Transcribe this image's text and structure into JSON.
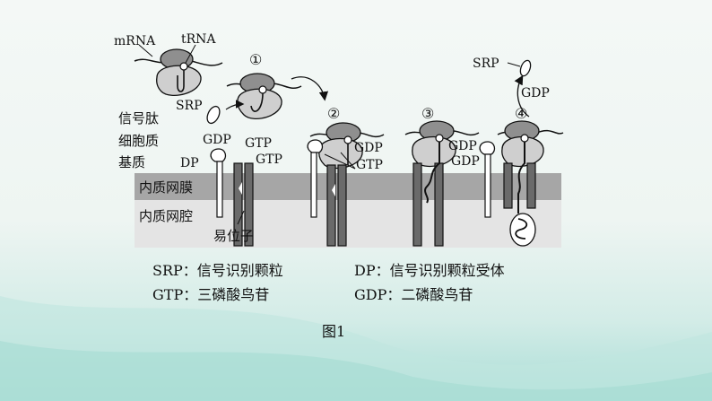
{
  "labels": {
    "mrna": "mRNA",
    "trna": "tRNA",
    "srp": "SRP",
    "signal_peptide": "信号肽",
    "cytoplasm_line1": "细胞质",
    "cytoplasm_line2": "基质",
    "dp": "DP",
    "gdp": "GDP",
    "gtp": "GTP",
    "er_membrane": "内质网膜",
    "er_lumen": "内质网腔",
    "translocon": "易位子"
  },
  "steps": [
    "①",
    "②",
    "③",
    "④"
  ],
  "legend": {
    "srp_def": "SRP：信号识别颗粒",
    "dp_def": "DP：信号识别颗粒受体",
    "gtp_def": "GTP：三磷酸鸟苷",
    "gdp_def": "GDP：二磷酸鸟苷"
  },
  "caption": "图1",
  "colors": {
    "membrane": "#a6a6a6",
    "lumen": "#e4e4e4",
    "ribosome_large": "#8f8f8f",
    "ribosome_small": "#cfcfcf",
    "ink": "#111111"
  }
}
